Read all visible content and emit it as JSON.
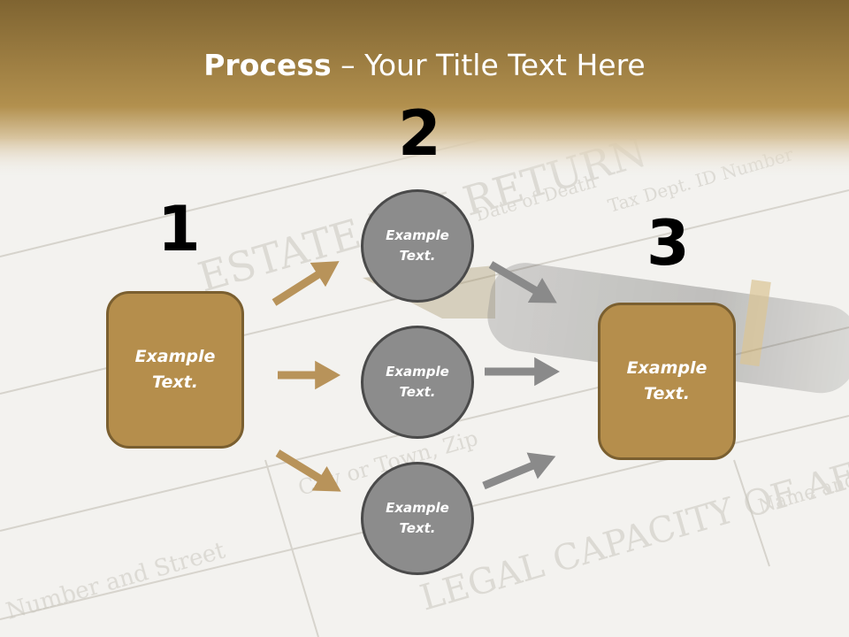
{
  "title": {
    "bold": "Process",
    "rest": " – Your Title Text Here"
  },
  "steps": [
    {
      "number": "1",
      "line1": "Example",
      "line2": "Text."
    },
    {
      "number": "2",
      "line1": "Example",
      "line2": "Text."
    },
    {
      "number": "3",
      "line1": "Example",
      "line2": "Text."
    }
  ],
  "circles": [
    {
      "line1": "Example",
      "line2": "Text."
    },
    {
      "line1": "Example",
      "line2": "Text."
    },
    {
      "line1": "Example",
      "line2": "Text."
    }
  ],
  "colors": {
    "gold": "#b58e4c",
    "gold_arrow": "#b8935a",
    "gray": "#8c8c8c",
    "gray_arrow": "#8a8a8a",
    "header_top": "#7f6431"
  }
}
